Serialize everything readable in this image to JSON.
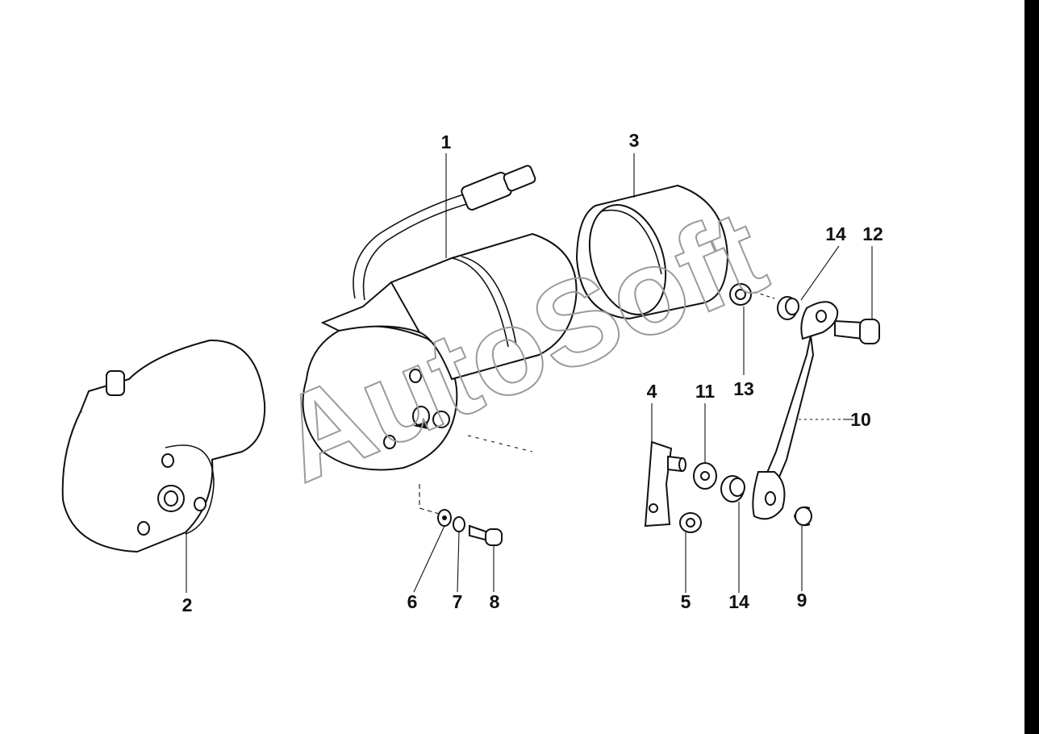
{
  "diagram": {
    "callouts": [
      {
        "id": "1",
        "label": "1"
      },
      {
        "id": "2",
        "label": "2"
      },
      {
        "id": "3",
        "label": "3"
      },
      {
        "id": "4",
        "label": "4"
      },
      {
        "id": "5",
        "label": "5"
      },
      {
        "id": "6",
        "label": "6"
      },
      {
        "id": "7",
        "label": "7"
      },
      {
        "id": "8",
        "label": "8"
      },
      {
        "id": "9",
        "label": "9"
      },
      {
        "id": "10",
        "label": "10"
      },
      {
        "id": "11",
        "label": "11"
      },
      {
        "id": "12",
        "label": "12"
      },
      {
        "id": "13",
        "label": "13"
      },
      {
        "id": "14a",
        "label": "14"
      },
      {
        "id": "14b",
        "label": "14"
      }
    ],
    "watermark": "AutoSoft",
    "colors": {
      "ink": "#111111",
      "background": "#ffffff",
      "watermark": "#9a9a9a",
      "edge": "#000000"
    }
  }
}
